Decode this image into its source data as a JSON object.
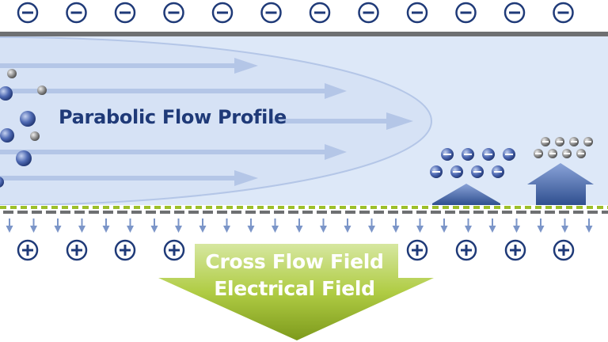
{
  "diagram": {
    "flow_profile_label": "Parabolic Flow Profile",
    "cross_field_label_line1": "Cross Flow Field",
    "cross_field_label_line2": "Electrical Field"
  },
  "icons": {
    "negative_charge": "minus-circle-icon",
    "positive_charge": "plus-circle-icon"
  },
  "colors": {
    "channel_fill": "#dde8f8",
    "flow_arrow": "#b4c6e7",
    "wall_top": "#6e7072",
    "membrane_green": "#9cbf2a",
    "charge_navy": "#1f3a78",
    "field_arrow": "#a6c232"
  }
}
